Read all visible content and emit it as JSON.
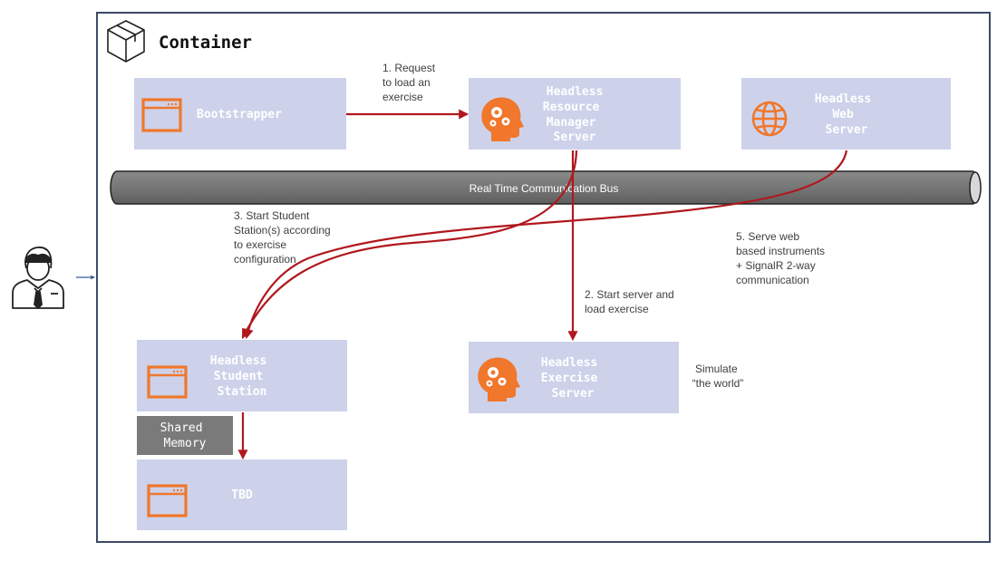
{
  "container": {
    "title": "Container"
  },
  "bus": {
    "label": "Real Time Communication Bus"
  },
  "nodes": {
    "bootstrapper": {
      "label": "Bootstrapper",
      "icon": "app-window-icon"
    },
    "resource_manager": {
      "lines": [
        "Headless",
        "Resource",
        "Manager",
        "Server"
      ],
      "icon": "head-gears-icon"
    },
    "web_server": {
      "lines": [
        "Headless",
        "Web",
        "Server"
      ],
      "icon": "globe-icon"
    },
    "student_station": {
      "lines": [
        "Headless",
        "Student",
        "Station"
      ],
      "icon": "app-window-icon"
    },
    "exercise_server": {
      "lines": [
        "Headless",
        "Exercise",
        "Server"
      ],
      "icon": "head-gears-icon"
    },
    "tbd": {
      "label": "TBD",
      "icon": "app-window-icon"
    },
    "shared_memory": {
      "lines": [
        "Shared",
        "Memory"
      ]
    }
  },
  "annotations": {
    "step1": [
      "1. Request",
      "to load an",
      "exercise"
    ],
    "step2": [
      "2. Start server and",
      "load exercise"
    ],
    "step3": [
      "3. Start Student",
      "Station(s) according",
      "to exercise",
      "configuration"
    ],
    "step5": [
      "5. Serve web",
      "based instruments",
      "+ SignalR 2-way",
      "communication"
    ],
    "simulate": [
      "Simulate",
      "“the world”"
    ]
  },
  "actor": {
    "icon": "businessman-icon"
  },
  "colors": {
    "box_fill": "#cdd2ea",
    "box_text": "#ffffff",
    "icon_orange": "#f0772c",
    "arrow_red": "#b0181e",
    "bus_fill": "#7b7b7b",
    "container_border": "#3d4a66",
    "shared_memory_fill": "#7a7a7a",
    "annotation_text": "#404040"
  }
}
